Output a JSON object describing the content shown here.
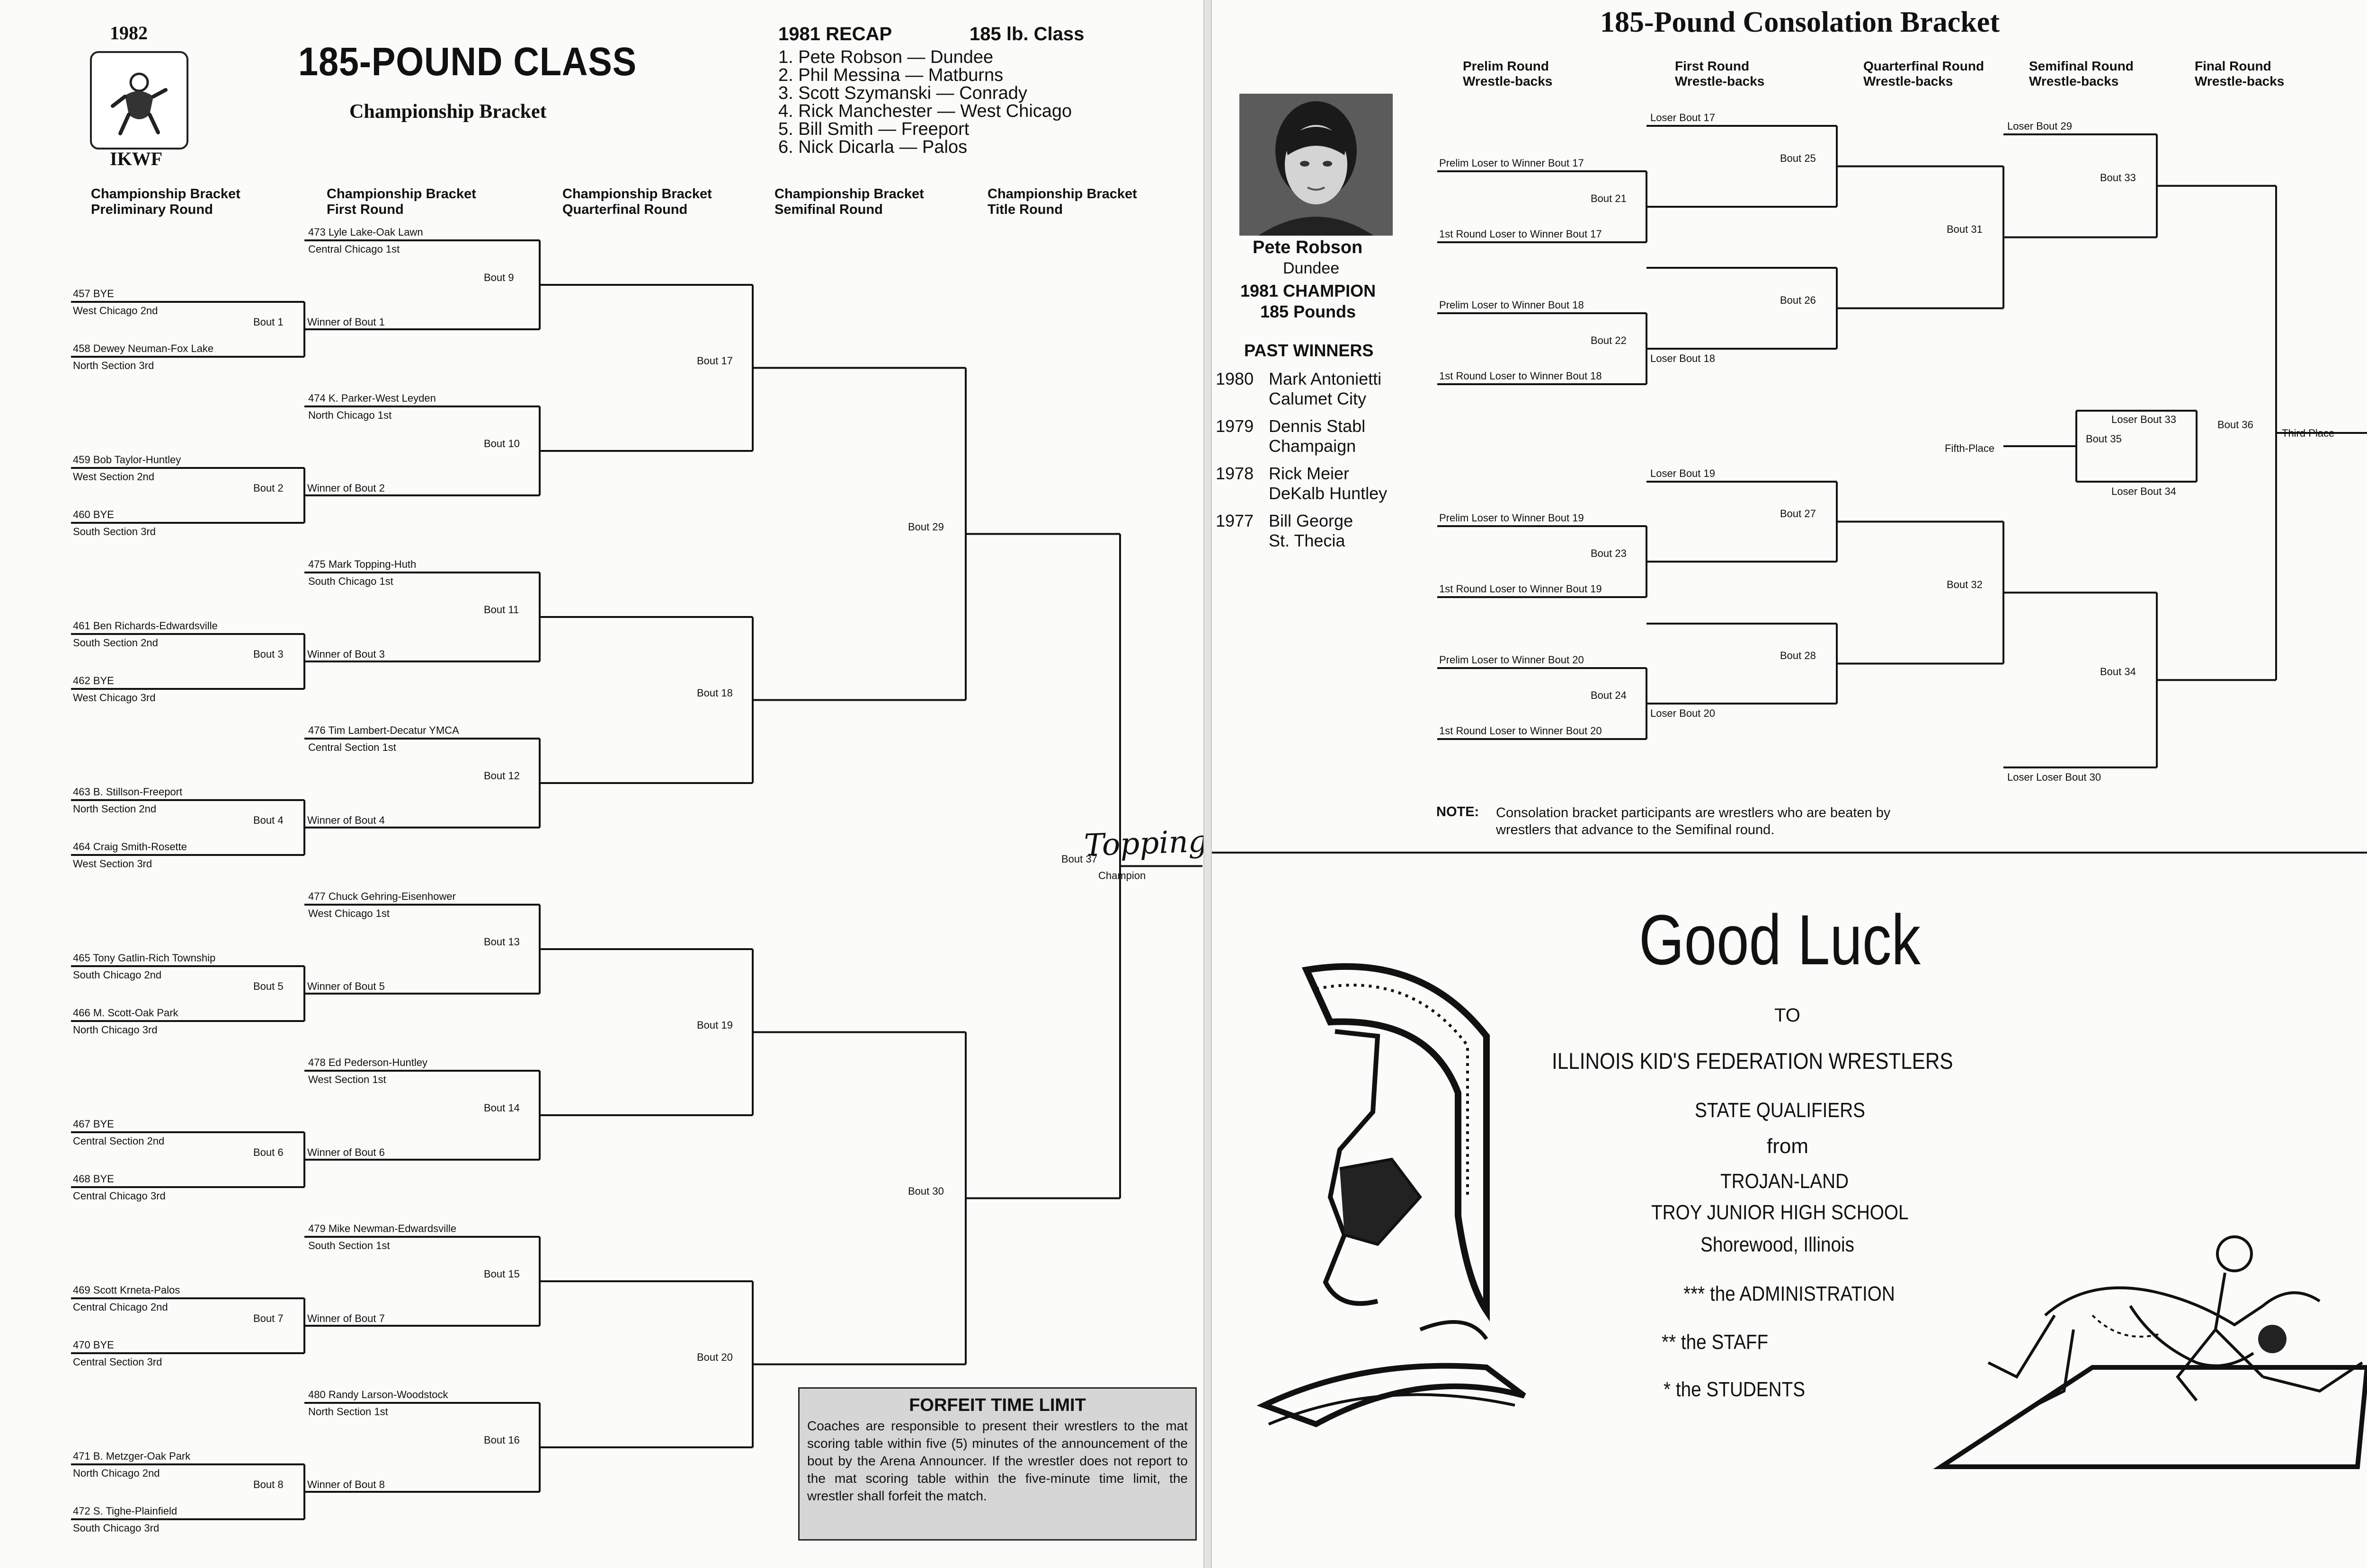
{
  "left_page": {
    "year": "1982",
    "org": "IKWF",
    "title": "185-POUND CLASS",
    "subtitle": "Championship Bracket",
    "recap": {
      "heading": "1981 RECAP",
      "class_label": "185 lb. Class",
      "items": [
        "1. Pete Robson — Dundee",
        "2. Phil Messina — Matburns",
        "3. Scott Szymanski — Conrady",
        "4. Rick Manchester — West Chicago",
        "5. Bill Smith — Freeport",
        "6. Nick Dicarla — Palos"
      ]
    },
    "column_headers": [
      "Championship Bracket\nPreliminary Round",
      "Championship Bracket\nFirst Round",
      "Championship Bracket\nQuarterfinal Round",
      "Championship Bracket\nSemifinal Round",
      "Championship Bracket\nTitle Round"
    ],
    "groups": [
      {
        "seed": "473 Lyle Lake-Oak Lawn",
        "seed_sub": "Central Chicago 1st",
        "a": "457 BYE",
        "a_sub": "West Chicago 2nd",
        "b": "458 Dewey Neuman-Fox Lake",
        "b_sub": "North Section 3rd",
        "prelim_bout": "Bout 1",
        "winner": "Winner of Bout 1",
        "first_bout": "Bout 9"
      },
      {
        "seed": "474 K. Parker-West Leyden",
        "seed_sub": "North Chicago 1st",
        "a": "459 Bob Taylor-Huntley",
        "a_sub": "West Section 2nd",
        "b": "460 BYE",
        "b_sub": "South Section 3rd",
        "prelim_bout": "Bout 2",
        "winner": "Winner of Bout 2",
        "first_bout": "Bout 10"
      },
      {
        "seed": "475 Mark Topping-Huth",
        "seed_sub": "South Chicago 1st",
        "a": "461 Ben Richards-Edwardsville",
        "a_sub": "South Section 2nd",
        "b": "462 BYE",
        "b_sub": "West Chicago 3rd",
        "prelim_bout": "Bout 3",
        "winner": "Winner of Bout 3",
        "first_bout": "Bout 11"
      },
      {
        "seed": "476 Tim Lambert-Decatur YMCA",
        "seed_sub": "Central Section 1st",
        "a": "463 B. Stillson-Freeport",
        "a_sub": "North Section 2nd",
        "b": "464 Craig Smith-Rosette",
        "b_sub": "West Section 3rd",
        "prelim_bout": "Bout 4",
        "winner": "Winner of Bout 4",
        "first_bout": "Bout 12"
      },
      {
        "seed": "477 Chuck Gehring-Eisenhower",
        "seed_sub": "West Chicago 1st",
        "a": "465 Tony Gatlin-Rich Township",
        "a_sub": "South Chicago 2nd",
        "b": "466 M. Scott-Oak Park",
        "b_sub": "North Chicago 3rd",
        "prelim_bout": "Bout 5",
        "winner": "Winner of Bout 5",
        "first_bout": "Bout 13"
      },
      {
        "seed": "478 Ed Pederson-Huntley",
        "seed_sub": "West Section 1st",
        "a": "467 BYE",
        "a_sub": "Central Section 2nd",
        "b": "468 BYE",
        "b_sub": "Central Chicago 3rd",
        "prelim_bout": "Bout 6",
        "winner": "Winner of Bout 6",
        "first_bout": "Bout 14"
      },
      {
        "seed": "479 Mike Newman-Edwardsville",
        "seed_sub": "South Section 1st",
        "a": "469 Scott Krneta-Palos",
        "a_sub": "Central Chicago 2nd",
        "b": "470 BYE",
        "b_sub": "Central Section 3rd",
        "prelim_bout": "Bout 7",
        "winner": "Winner of Bout 7",
        "first_bout": "Bout 15"
      },
      {
        "seed": "480 Randy Larson-Woodstock",
        "seed_sub": "North Section 1st",
        "a": "471 B. Metzger-Oak Park",
        "a_sub": "North Chicago 2nd",
        "b": "472 S. Tighe-Plainfield",
        "b_sub": "South Chicago 3rd",
        "prelim_bout": "Bout 8",
        "winner": "Winner of Bout 8",
        "first_bout": "Bout 16"
      }
    ],
    "quarter_bouts": [
      "Bout 17",
      "Bout 18",
      "Bout 19",
      "Bout 20"
    ],
    "semi_bouts": [
      "Bout 29",
      "Bout 30"
    ],
    "title_bout": "Bout 37",
    "champion_label": "Champion",
    "champion_handwritten": "Topping",
    "forfeit": {
      "title": "FORFEIT TIME LIMIT",
      "body": "Coaches are responsible to present their wrestlers to the mat scoring table within five (5) minutes of the announcement of the bout by the Arena Announcer. If the wrestler does not report to the mat scoring table within the five-minute time limit, the wrestler shall forfeit the match."
    }
  },
  "right_page": {
    "title": "185-Pound Consolation Bracket",
    "column_headers": [
      "Prelim Round\nWrestle-backs",
      "First Round\nWrestle-backs",
      "Quarterfinal Round\nWrestle-backs",
      "Semifinal Round\nWrestle-backs",
      "Final Round\nWrestle-backs"
    ],
    "champion": {
      "name": "Pete Robson",
      "city": "Dundee",
      "line1": "1981 CHAMPION",
      "line2": "185 Pounds"
    },
    "past_winners_title": "PAST WINNERS",
    "past_winners": [
      {
        "year": "1980",
        "name": "Mark Antonietti",
        "place": "Calumet City"
      },
      {
        "year": "1979",
        "name": "Dennis Stabl",
        "place": "Champaign"
      },
      {
        "year": "1978",
        "name": "Rick Meier",
        "place": "DeKalb Huntley"
      },
      {
        "year": "1977",
        "name": "Bill George",
        "place": "St. Thecia"
      }
    ],
    "prelim": [
      {
        "top": "Prelim Loser to Winner Bout 17",
        "bout": "Bout 21",
        "bottom": "1st Round Loser to Winner Bout 17"
      },
      {
        "top": "Prelim Loser to Winner Bout 18",
        "bout": "Bout 22",
        "bottom": "1st Round Loser to Winner Bout 18"
      },
      {
        "top": "Prelim Loser to Winner Bout 19",
        "bout": "Bout 23",
        "bottom": "1st Round Loser to Winner Bout 19"
      },
      {
        "top": "Prelim Loser to Winner Bout 20",
        "bout": "Bout 24",
        "bottom": "1st Round Loser to Winner Bout 20"
      }
    ],
    "first_round": [
      {
        "loser": "Loser Bout 17",
        "bout": "Bout 25"
      },
      {
        "loser": "Loser Bout 18",
        "bout": "Bout 26"
      },
      {
        "loser": "Loser Bout 19",
        "bout": "Bout 27"
      },
      {
        "loser": "Loser Bout 20",
        "bout": "Bout 28"
      }
    ],
    "quarter_bouts": [
      "Bout 31",
      "Bout 32"
    ],
    "semi": [
      {
        "loser": "Loser Bout 29",
        "bout": "Bout 33"
      },
      {
        "loser": "Loser Loser Bout 30",
        "bout": "Bout 34"
      }
    ],
    "fifth": {
      "top": "Loser Bout 33",
      "bottom": "Loser Bout 34",
      "bout": "Bout 35",
      "label": "Fifth-Place"
    },
    "final_bout": "Bout 36",
    "third_place": "Third Place",
    "note_label": "NOTE:",
    "note_text": "Consolation bracket participants are wrestlers who are beaten by wrestlers that advance to the Semifinal round.",
    "ad": {
      "headline": "Good Luck",
      "to": "TO",
      "line1": "ILLINOIS KID'S FEDERATION WRESTLERS",
      "line2": "STATE QUALIFIERS",
      "line3": "from",
      "line4": "TROJAN-LAND",
      "line5": "TROY JUNIOR HIGH SCHOOL",
      "line6": "Shorewood, Illinois",
      "thanks": [
        "*** the ADMINISTRATION",
        "** the STAFF",
        "* the STUDENTS"
      ]
    }
  }
}
